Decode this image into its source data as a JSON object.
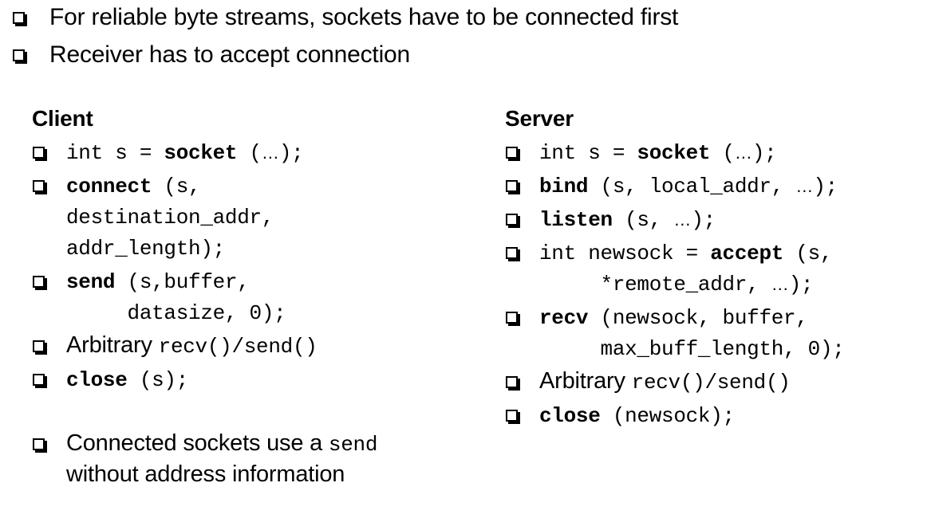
{
  "slide": {
    "background_color": "#ffffff",
    "text_color": "#000000",
    "bullet_icon": "hollow-square-shadow-bullet",
    "top_bullets": [
      {
        "text": "For reliable byte streams, sockets have to be connected first"
      },
      {
        "text": "Receiver has to accept connection"
      }
    ],
    "columns": [
      {
        "id": "client",
        "heading": "Client",
        "items": [
          {
            "id": "client-socket",
            "lines": [
              {
                "runs": [
                  {
                    "style": "mono",
                    "text": "int s = "
                  },
                  {
                    "style": "mono-bold",
                    "text": "socket"
                  },
                  {
                    "style": "mono",
                    "text": " ("
                  },
                  {
                    "style": "ellipsis",
                    "text": "…"
                  },
                  {
                    "style": "mono",
                    "text": ");"
                  }
                ]
              }
            ]
          },
          {
            "id": "client-connect",
            "lines": [
              {
                "runs": [
                  {
                    "style": "mono-bold",
                    "text": "connect"
                  },
                  {
                    "style": "mono",
                    "text": " (s,"
                  }
                ]
              },
              {
                "runs": [
                  {
                    "style": "mono",
                    "text": "destination_addr,"
                  }
                ]
              },
              {
                "runs": [
                  {
                    "style": "mono",
                    "text": "addr_length);"
                  }
                ]
              }
            ]
          },
          {
            "id": "client-send",
            "lines": [
              {
                "runs": [
                  {
                    "style": "mono-bold",
                    "text": "send"
                  },
                  {
                    "style": "mono",
                    "text": " (s,buffer,"
                  }
                ]
              },
              {
                "runs": [
                  {
                    "style": "mono",
                    "text": "     datasize, 0);"
                  }
                ]
              }
            ]
          },
          {
            "id": "client-arbitrary",
            "lines": [
              {
                "runs": [
                  {
                    "style": "sans",
                    "text": "Arbitrary "
                  },
                  {
                    "style": "mono",
                    "text": "recv()/send()"
                  }
                ]
              }
            ]
          },
          {
            "id": "client-close",
            "lines": [
              {
                "runs": [
                  {
                    "style": "mono-bold",
                    "text": "close"
                  },
                  {
                    "style": "mono",
                    "text": " (s);"
                  }
                ]
              }
            ]
          },
          {
            "id": "client-gap",
            "spacer": true,
            "lines": []
          },
          {
            "id": "client-connected-note",
            "lines": [
              {
                "runs": [
                  {
                    "style": "sans",
                    "text": "Connected sockets use a "
                  },
                  {
                    "style": "mono",
                    "text": "send"
                  }
                ]
              },
              {
                "runs": [
                  {
                    "style": "sans",
                    "text": "without address information"
                  }
                ]
              }
            ]
          }
        ]
      },
      {
        "id": "server",
        "heading": "Server",
        "items": [
          {
            "id": "server-socket",
            "lines": [
              {
                "runs": [
                  {
                    "style": "mono",
                    "text": "int s = "
                  },
                  {
                    "style": "mono-bold",
                    "text": "socket"
                  },
                  {
                    "style": "mono",
                    "text": " ("
                  },
                  {
                    "style": "ellipsis",
                    "text": "…"
                  },
                  {
                    "style": "mono",
                    "text": ");"
                  }
                ]
              }
            ]
          },
          {
            "id": "server-bind",
            "lines": [
              {
                "runs": [
                  {
                    "style": "mono-bold",
                    "text": "bind"
                  },
                  {
                    "style": "mono",
                    "text": " (s, local_addr, "
                  },
                  {
                    "style": "ellipsis",
                    "text": "…"
                  },
                  {
                    "style": "mono",
                    "text": ");"
                  }
                ]
              }
            ]
          },
          {
            "id": "server-listen",
            "lines": [
              {
                "runs": [
                  {
                    "style": "mono-bold",
                    "text": "listen"
                  },
                  {
                    "style": "mono",
                    "text": " (s, "
                  },
                  {
                    "style": "ellipsis",
                    "text": "…"
                  },
                  {
                    "style": "mono",
                    "text": ");"
                  }
                ]
              }
            ]
          },
          {
            "id": "server-accept",
            "lines": [
              {
                "runs": [
                  {
                    "style": "mono",
                    "text": "int newsock = "
                  },
                  {
                    "style": "mono-bold",
                    "text": "accept"
                  },
                  {
                    "style": "mono",
                    "text": " (s,"
                  }
                ]
              },
              {
                "runs": [
                  {
                    "style": "mono",
                    "text": "     *remote_addr, "
                  },
                  {
                    "style": "ellipsis",
                    "text": "…"
                  },
                  {
                    "style": "mono",
                    "text": ");"
                  }
                ]
              }
            ]
          },
          {
            "id": "server-recv",
            "lines": [
              {
                "runs": [
                  {
                    "style": "mono-bold",
                    "text": "recv"
                  },
                  {
                    "style": "mono",
                    "text": " (newsock, buffer,"
                  }
                ]
              },
              {
                "runs": [
                  {
                    "style": "mono",
                    "text": "     max_buff_length, 0);"
                  }
                ]
              }
            ]
          },
          {
            "id": "server-arbitrary",
            "lines": [
              {
                "runs": [
                  {
                    "style": "sans",
                    "text": "Arbitrary "
                  },
                  {
                    "style": "mono",
                    "text": "recv()/send()"
                  }
                ]
              }
            ]
          },
          {
            "id": "server-close",
            "lines": [
              {
                "runs": [
                  {
                    "style": "mono-bold",
                    "text": "close"
                  },
                  {
                    "style": "mono",
                    "text": " (newsock);"
                  }
                ]
              }
            ]
          }
        ]
      }
    ]
  }
}
